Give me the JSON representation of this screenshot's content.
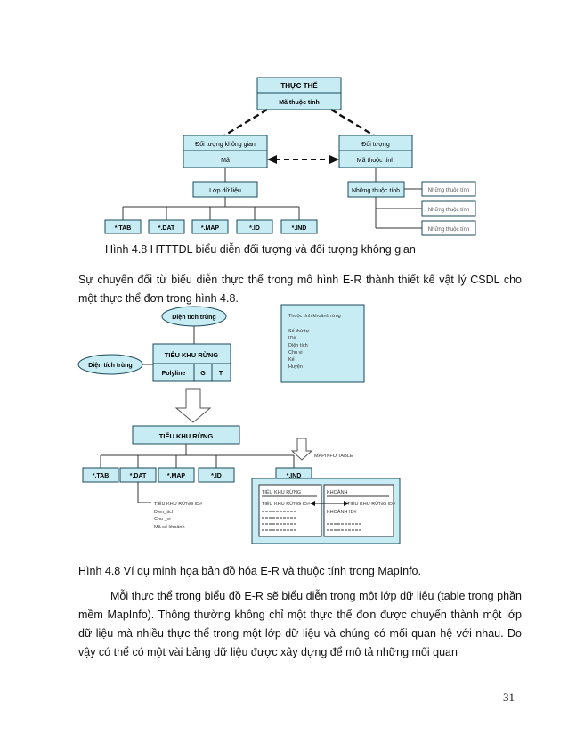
{
  "figure1": {
    "entity_title": "THỰC THỂ",
    "entity_attr": "Mã thuộc tính",
    "spatial_title": "Đối tượng không gian",
    "spatial_code": "Mã",
    "object_title": "Đối tượng",
    "object_attr": "Mã thuộc tính",
    "layer": "Lớp dữ liệu",
    "files": [
      "*.TAB",
      "*.DAT",
      "*.MAP",
      "*.ID",
      "*.IND"
    ],
    "attrs_box": "Những thuộc tính",
    "attr_items": [
      "Những thuộc tính",
      "Những thuộc tính",
      "Những thuộc tính"
    ]
  },
  "caption1": "Hình 4.8 HTTTĐL biểu diễn đối tượng và đối tượng không gian",
  "intro": "Sự chuyển đổi từ biểu diễn thực thể trong mô hình E-R thành thiết kế vật lý CSDL cho một thực thể đơn trong hình 4.8.",
  "figure2": {
    "area_top": "Diện tích trùng",
    "area_left": "Diện tích trùng",
    "entity": "TIỂU KHU RỪNG",
    "polyline": "Polyline",
    "g": "G",
    "t": "T",
    "attr_title": "Thuộc tính khoảnh rừng",
    "attr_lines": [
      "Số thứ tự",
      "ID#",
      "Diện tích",
      "Chu vi",
      "Kế",
      "Huyện"
    ],
    "table_entity": "TIỂU KHU RỪNG",
    "files": [
      "*.TAB",
      "*.DAT",
      "*.MAP",
      "*.ID",
      "*.IND"
    ],
    "dat_lines": [
      "TIỂU KHU RỪNG ID#",
      "Dien_tich",
      "Chu _vi",
      "Mã số khoảnh"
    ],
    "mapinfo_table": "MAPINFO TABLE",
    "tbl1_title": "TIỂU KHU RỪNG",
    "tbl1_id": "TIỂU KHU RỪNG ID#",
    "tbl2_title": "KHOẢNH",
    "tbl2_id1": "TIỂU KHU RỪNG ID#",
    "tbl2_id2": "KHOẢNH ID#"
  },
  "caption2": "Hình 4.8 Ví dụ minh họa bản đồ hóa E-R và thuộc tính trong MapInfo.",
  "para": "Mỗi thực thể trong biểu đồ E-R sẽ biểu diễn trong một lớp dữ liệu (table trong phần mềm MapInfo). Thông thường không chỉ một thực thể đơn được chuyển thành một lớp dữ liệu mà nhiều thực thể trong một lớp dữ liệu và chúng có mối quan hệ với nhau. Do vậy có thể có một vài bảng dữ liệu được xây dựng để mô tả những mối quan",
  "page_number": "31"
}
